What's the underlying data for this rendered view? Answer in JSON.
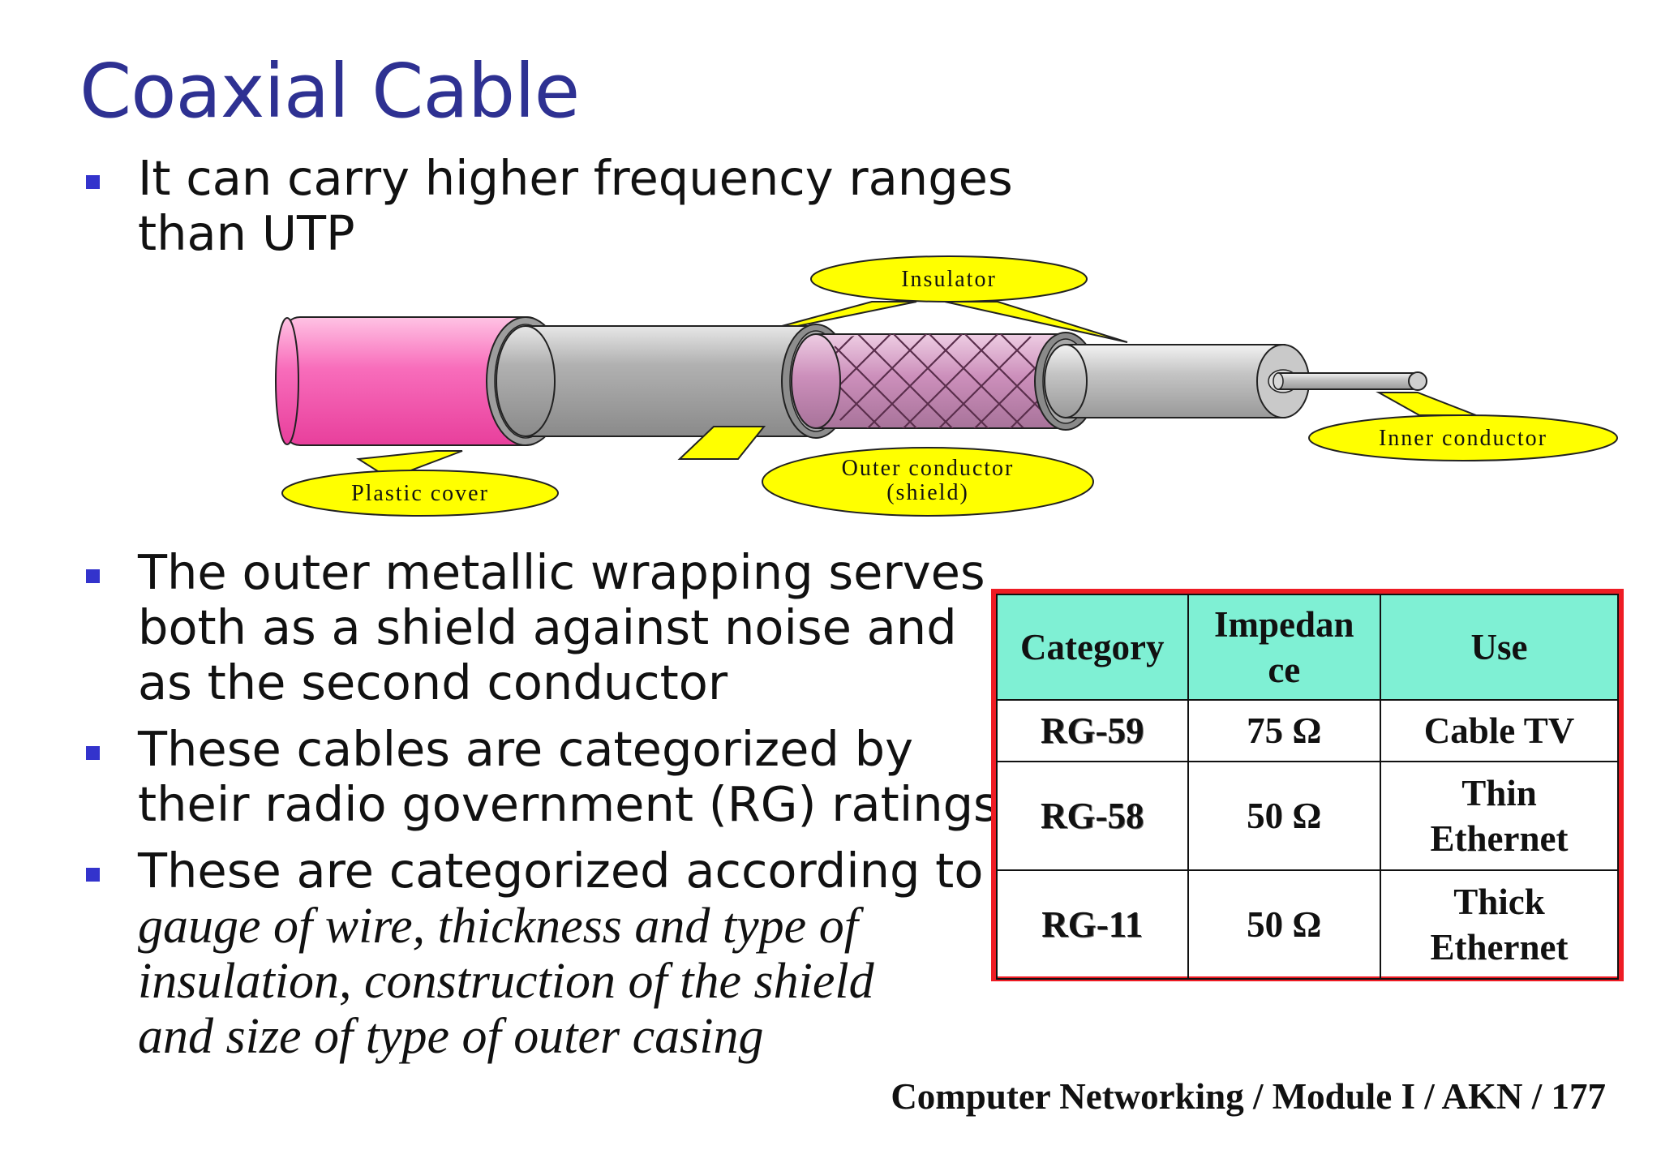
{
  "slide": {
    "title": "Coaxial Cable",
    "bullets_top": [
      {
        "lines": [
          "It can carry higher frequency ranges",
          "than UTP"
        ]
      }
    ],
    "bullets_bottom": [
      {
        "lines": [
          "The outer metallic wrapping serves",
          "both as a shield against noise and",
          "as the second conductor"
        ]
      },
      {
        "lines": [
          "These cables are categorized by",
          "their radio government (RG) ratings"
        ]
      },
      {
        "line_normal": "These are categorized according to",
        "lines_italic": [
          "gauge of wire, thickness and type of",
          "insulation, construction of the shield",
          "and size of type of outer casing"
        ]
      }
    ],
    "footer": "Computer Networking / Module I / AKN / 177"
  },
  "diagram": {
    "labels": {
      "insulator": "Insulator",
      "plastic_cover": "Plastic cover",
      "outer_conductor_line1": "Outer conductor",
      "outer_conductor_line2": "(shield)",
      "inner_conductor": "Inner conductor"
    },
    "colors": {
      "plastic_cover": "#f25cb0",
      "insulator_gray": "#a8a8a8",
      "shield": "#c787b3",
      "callout_fill": "#ffff00"
    }
  },
  "table": {
    "headers": {
      "category": "Category",
      "impedance_l1": "Impedan",
      "impedance_l2": "ce",
      "use": "Use"
    },
    "rows": [
      {
        "category": "RG-59",
        "impedance": "75 Ω",
        "use_l1": "Cable TV",
        "use_l2": ""
      },
      {
        "category": "RG-58",
        "impedance": "50 Ω",
        "use_l1": "Thin",
        "use_l2": "Ethernet"
      },
      {
        "category": "RG-11",
        "impedance": "50 Ω",
        "use_l1": "Thick",
        "use_l2": "Ethernet"
      }
    ],
    "colors": {
      "header_bg": "#7ff0d4",
      "border": "#ee1c24"
    }
  }
}
